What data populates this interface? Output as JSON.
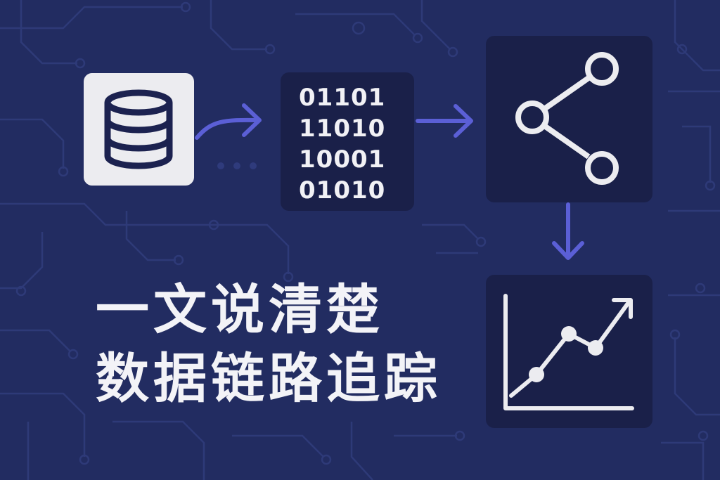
{
  "binary": {
    "lines": [
      "01101",
      "11010",
      "10001",
      "01010"
    ]
  },
  "title": {
    "line1": "一文说清楚",
    "line2": "数据链路追踪"
  },
  "icons": {
    "database": "database-icon",
    "share": "share-icon",
    "trend_chart": "trend-chart-icon"
  },
  "colors": {
    "background": "#222c61",
    "card_dark": "#1a2049",
    "card_light": "#ececf0",
    "arrow": "#5b5fd6",
    "text": "#f3f3f7"
  }
}
